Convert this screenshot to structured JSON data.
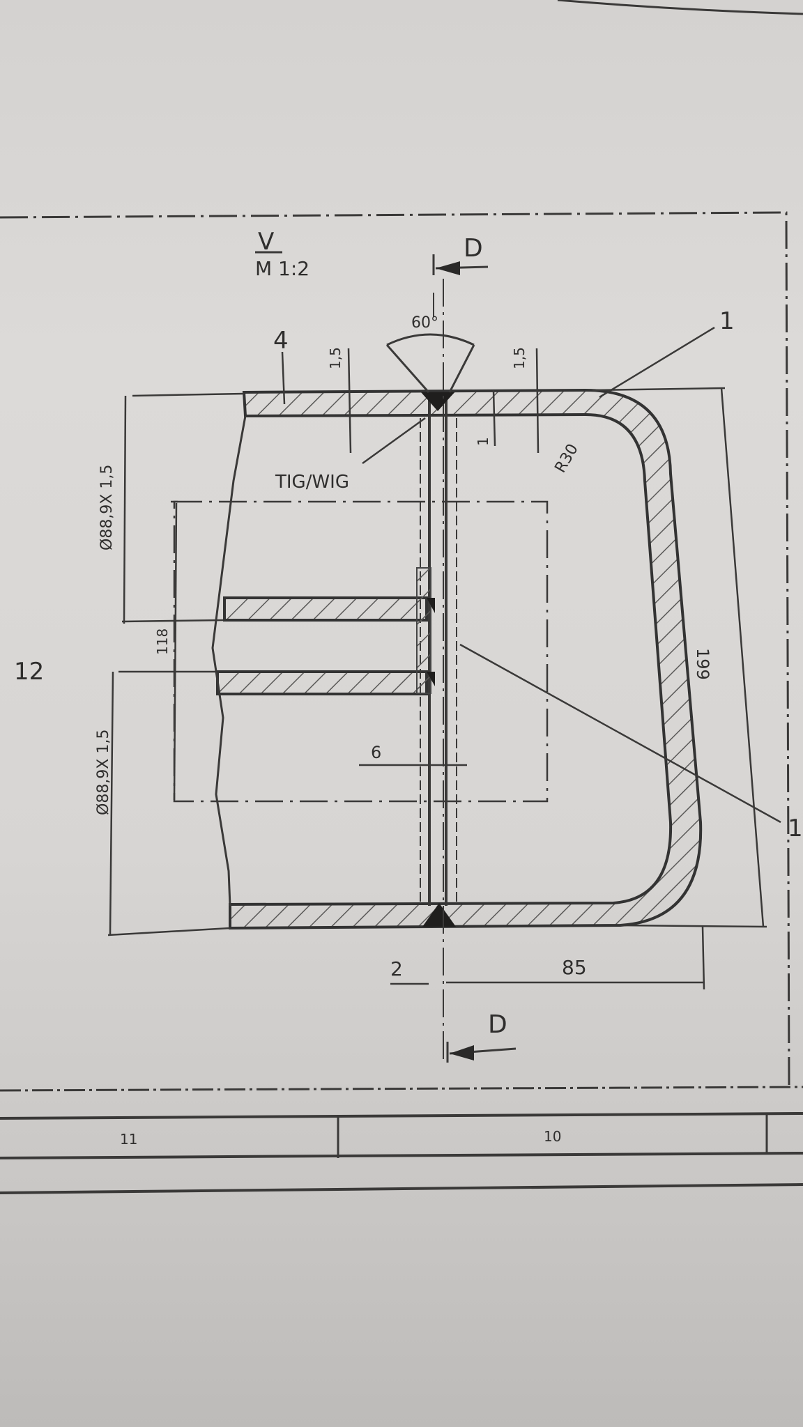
{
  "view": {
    "label": "V",
    "scale": "M 1:2"
  },
  "section_marks": {
    "top": "D",
    "bottom": "D"
  },
  "weld": {
    "angle": "60°",
    "process": "TIG/WIG"
  },
  "part_numbers": {
    "pipe": "4",
    "box_top": "1",
    "box_right": "1",
    "left": "12"
  },
  "dimensions": {
    "wall_left": "1,5",
    "wall_right": "1,5",
    "gap": "1",
    "radius": "R30",
    "pipe_upper": "Ø88,9X 1,5",
    "pipe_lower": "Ø88,9X 1,5",
    "pipe_spacing": "118",
    "height": "199",
    "insert": "6",
    "root_gap": "2",
    "half_width": "85"
  },
  "title_block": {
    "zone_left": "11",
    "zone_right": "10"
  },
  "colors": {
    "ink": "#2f2e2d",
    "paper": "#d8d6d4"
  }
}
